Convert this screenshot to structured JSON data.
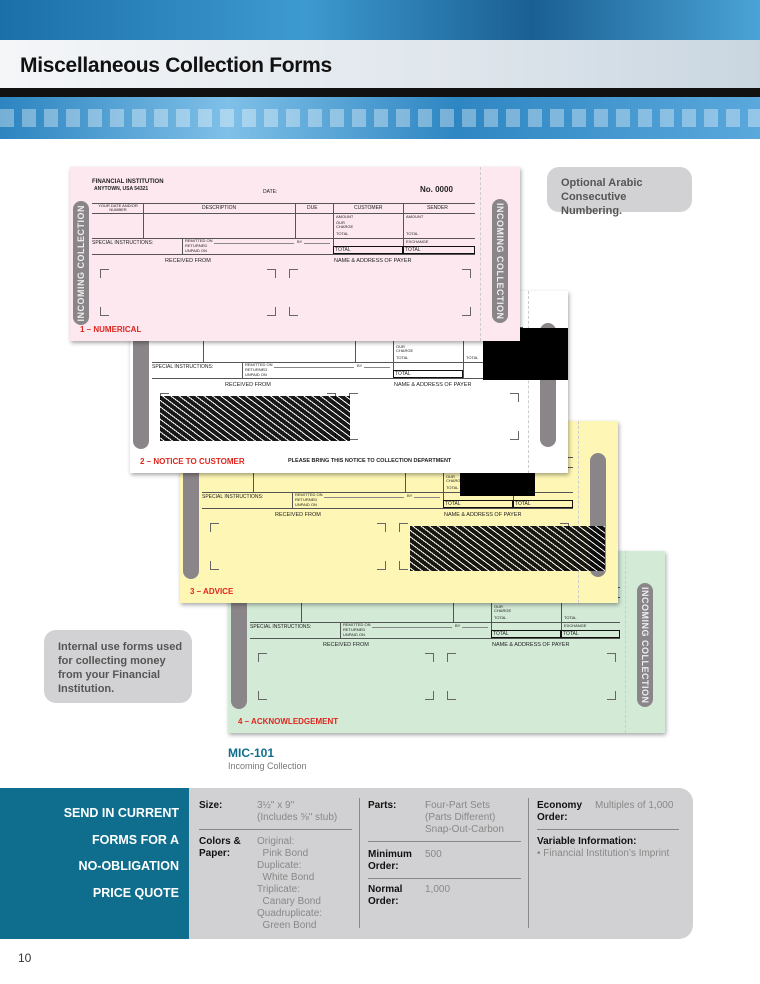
{
  "header": {
    "title": "Miscellaneous Collection Forms"
  },
  "form_common": {
    "institution": "FINANCIAL INSTITUTION",
    "address": "ANYTOWN, USA 54321",
    "date_label": "DATE:",
    "number": "No. 0000",
    "col_date": "YOUR DATE AND/OR NUMBER",
    "col_desc": "DESCRIPTION",
    "col_due": "DUE",
    "col_customer": "CUSTOMER",
    "col_sender": "SENDER",
    "amount": "AMOUNT",
    "our_charge": "OUR CHARGE",
    "total": "TOTAL",
    "exchange": "EXCHANGE",
    "special": "SPECIAL INSTRUCTIONS:",
    "remitted": "REMITTED ON",
    "returned": "RETURNED",
    "unpaid": "UNPAID ON",
    "by": "BY",
    "received_from": "RECEIVED FROM",
    "payer": "NAME & ADDRESS OF PAYER",
    "side_tab": "INCOMING COLLECTION"
  },
  "forms": [
    {
      "label": "1 – NUMERICAL",
      "color": "#fde8f0"
    },
    {
      "label": "2 – NOTICE TO CUSTOMER",
      "color": "#ffffff",
      "notice": "PLEASE BRING THIS NOTICE TO COLLECTION DEPARTMENT"
    },
    {
      "label": "3 – ADVICE",
      "color": "#fdf6b4"
    },
    {
      "label": "4 – ACKNOWLEDGEMENT",
      "color": "#d3ead7"
    }
  ],
  "callouts": {
    "numbering": "Optional Arabic Consecutive Numbering.",
    "internal": "Internal use forms used for collecting money from your Financial Institution."
  },
  "product": {
    "code": "MIC-101",
    "name": "Incoming Collection"
  },
  "quote": [
    "SEND IN CURRENT",
    "FORMS FOR A",
    "NO-OBLIGATION",
    "PRICE QUOTE"
  ],
  "specs": {
    "size_label": "Size:",
    "size_value": "3½\" x 9\"\n(Includes ⅝\" stub)",
    "colors_label": "Colors &\nPaper:",
    "colors_value": "Original:\n  Pink Bond\nDuplicate:\n  White Bond\nTriplicate:\n  Canary Bond\nQuadruplicate:\n  Green Bond",
    "parts_label": "Parts:",
    "parts_value": "Four-Part Sets\n(Parts Different)\nSnap-Out-Carbon",
    "min_label": "Minimum\nOrder:",
    "min_value": "500",
    "normal_label": "Normal\nOrder:",
    "normal_value": "1,000",
    "economy_label": "Economy\nOrder:",
    "economy_value": "Multiples of 1,000",
    "variable_label": "Variable Information:",
    "variable_value": "• Financial Institution’s Imprint"
  },
  "page_number": "10"
}
